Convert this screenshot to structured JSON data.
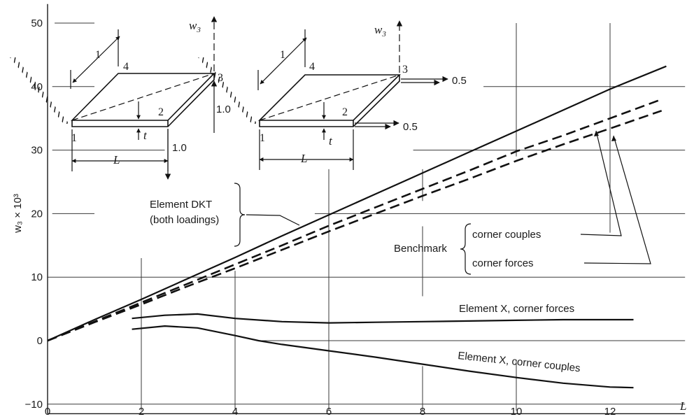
{
  "chart_data": {
    "type": "line",
    "ylabel": "w₃ × 10³",
    "xlabel": "L",
    "xlim": [
      0,
      13.5
    ],
    "ylim": [
      -10,
      55
    ],
    "x_ticks": [
      "0",
      "2",
      "4",
      "6",
      "8",
      "10",
      "12"
    ],
    "y_ticks": [
      "−10",
      "0",
      "10",
      "20",
      "30",
      "40",
      "50"
    ],
    "series": [
      {
        "name": "Element DKT (both loadings)",
        "style": "solid",
        "x": [
          0,
          1,
          2,
          3,
          4,
          5,
          6,
          7,
          8,
          9,
          10,
          11,
          12,
          13.2
        ],
        "y": [
          0,
          3.3,
          6.5,
          9.8,
          13.1,
          16.5,
          19.8,
          23.1,
          26.4,
          29.7,
          33.0,
          36.3,
          39.6,
          43.2
        ]
      },
      {
        "name": "Benchmark, corner couples",
        "style": "dashed",
        "x": [
          0,
          1,
          2,
          3,
          4,
          5,
          6,
          7,
          8,
          9,
          10,
          11,
          12,
          13.1
        ],
        "y": [
          0,
          3.0,
          6.0,
          9.0,
          12.0,
          15.0,
          18.1,
          21.0,
          23.9,
          26.8,
          29.8,
          32.3,
          35.0,
          38.0
        ]
      },
      {
        "name": "Benchmark, corner forces",
        "style": "dashed",
        "x": [
          0,
          1,
          2,
          3,
          4,
          5,
          6,
          7,
          8,
          9,
          10,
          11,
          12,
          13.1
        ],
        "y": [
          0,
          2.9,
          5.7,
          8.6,
          11.4,
          14.3,
          17.2,
          20.0,
          22.8,
          25.5,
          28.3,
          30.9,
          33.4,
          36.2
        ]
      },
      {
        "name": "Element X, corner forces",
        "style": "solid",
        "x": [
          1.8,
          2.5,
          3.2,
          4,
          5,
          6,
          7,
          8,
          9,
          10,
          11,
          12,
          12.5
        ],
        "y": [
          3.5,
          4.0,
          4.2,
          3.5,
          3.0,
          2.8,
          2.9,
          3.0,
          3.1,
          3.2,
          3.3,
          3.3,
          3.3
        ]
      },
      {
        "name": "Element X, corner couples",
        "style": "solid",
        "x": [
          1.8,
          2.5,
          3.2,
          4,
          4.5,
          5,
          6,
          7,
          8,
          9,
          10,
          11,
          12,
          12.5
        ],
        "y": [
          1.8,
          2.3,
          2.0,
          0.8,
          0.0,
          -0.6,
          -1.6,
          -2.6,
          -3.7,
          -4.8,
          -5.8,
          -6.7,
          -7.3,
          -7.4
        ]
      }
    ]
  },
  "annotations": {
    "dkt_line1": "Element DKT",
    "dkt_line2": "(both loadings)",
    "benchmark": "Benchmark",
    "corner_couples": "corner couples",
    "corner_forces": "corner forces",
    "x_corner_forces": "Element X, corner forces",
    "x_corner_couples": "Element X, corner couples"
  },
  "inset_left": {
    "w_label": "w",
    "w_sub": "3",
    "dim_one": "1",
    "dim_L": "L",
    "thick": "t",
    "n1": "1",
    "n2": "2",
    "n3": "3",
    "n4": "4",
    "load_up": "1.0",
    "load_down": "1.0"
  },
  "inset_right": {
    "w_label": "w",
    "w_sub": "3",
    "dim_one": "1",
    "dim_L": "L",
    "thick": "t",
    "n1": "1",
    "n2": "2",
    "n3": "3",
    "n4": "4",
    "couple_top": "0.5",
    "couple_mid": "0.5"
  }
}
